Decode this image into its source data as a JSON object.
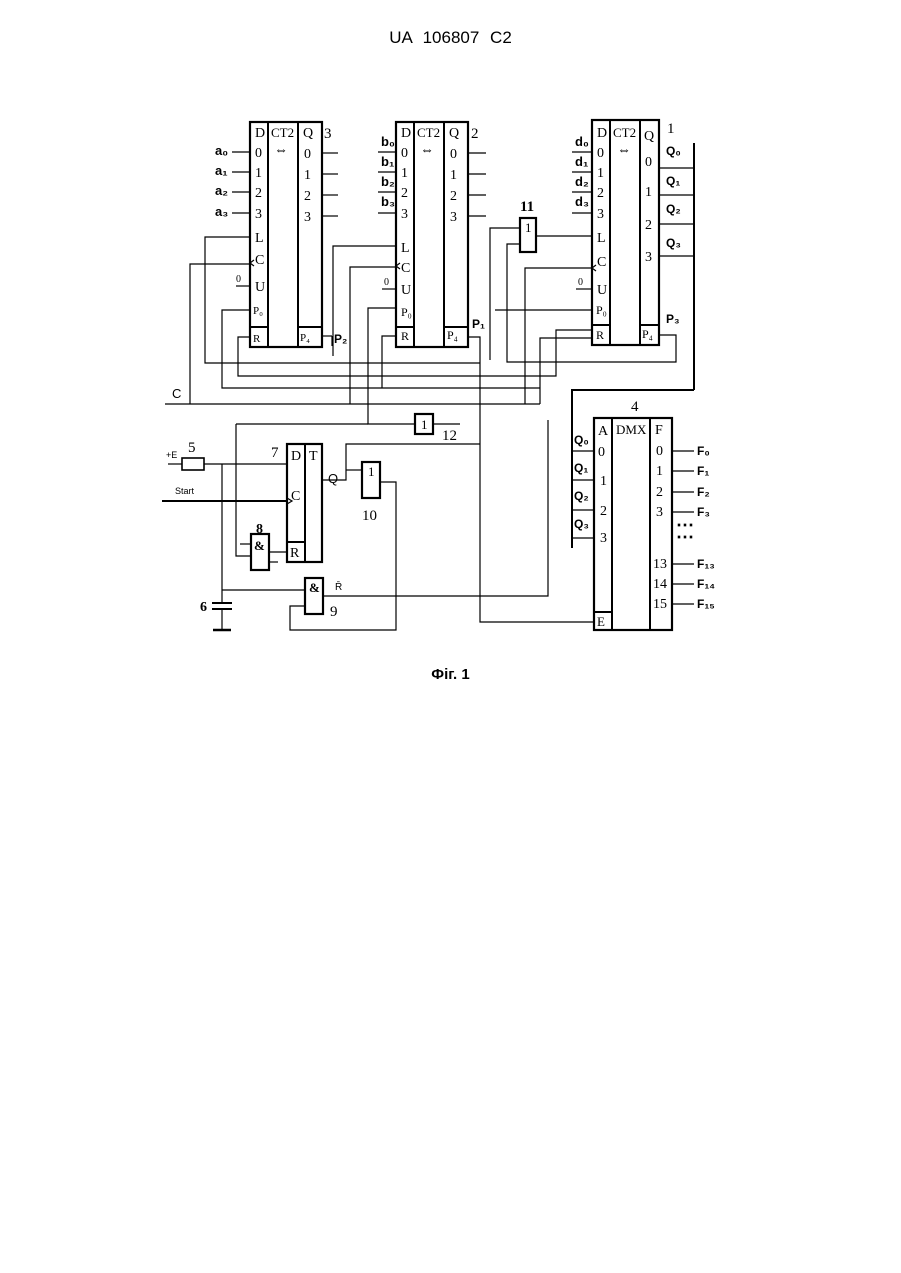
{
  "header": {
    "doc_number": "UA   106807   C2"
  },
  "caption": "Фіг. 1",
  "counters": {
    "c3": {
      "id": "3",
      "title": "CT2",
      "dir": "⇔",
      "d_col": [
        "D",
        "0",
        "1",
        "2",
        "3",
        "L",
        "C",
        "U",
        "P₀",
        "R"
      ],
      "q_col": [
        "Q",
        "0",
        "1",
        "2",
        "3",
        "P₄"
      ],
      "inputs": [
        "a₀",
        "a₁",
        "a₂",
        "a₃"
      ],
      "u_const": "0",
      "carry": "P₂"
    },
    "c2": {
      "id": "2",
      "title": "CT2",
      "dir": "⇔",
      "d_col": [
        "D",
        "0",
        "1",
        "2",
        "3",
        "L",
        "C",
        "U",
        "P₀",
        "R"
      ],
      "q_col": [
        "Q",
        "0",
        "1",
        "2",
        "3",
        "P₄"
      ],
      "inputs": [
        "b₀",
        "b₁",
        "b₂",
        "b₃"
      ],
      "u_const": "0",
      "carry": "P₁"
    },
    "c1": {
      "id": "1",
      "title": "CT2",
      "dir": "⇔",
      "d_col": [
        "D",
        "0",
        "1",
        "2",
        "3",
        "L",
        "C",
        "U",
        "P₀",
        "R"
      ],
      "q_col": [
        "Q",
        "0",
        "1",
        "2",
        "3",
        "P₄"
      ],
      "inputs": [
        "d₀",
        "d₁",
        "d₂",
        "d₃"
      ],
      "u_const": "0",
      "carry": "P₃",
      "outputs": [
        "Q₀",
        "Q₁",
        "Q₂",
        "Q₃"
      ]
    }
  },
  "demux": {
    "id": "4",
    "title": "DMX",
    "a_col": [
      "A",
      "0",
      "1",
      "2",
      "3",
      "E"
    ],
    "f_col": [
      "F",
      "0",
      "1",
      "2",
      "3",
      "13",
      "14",
      "15"
    ],
    "inputs": [
      "Q₀",
      "Q₁",
      "Q₂",
      "Q₃"
    ],
    "outputs": [
      "F₀",
      "F₁",
      "F₂",
      "F₃",
      "F₁₃",
      "F₁₄",
      "F₁₅"
    ],
    "ellipsis": "⋯"
  },
  "trigger": {
    "id": "7",
    "title": "T",
    "pins": [
      "D",
      "C",
      "R"
    ],
    "output": "Q"
  },
  "gates": {
    "g8": {
      "id": "8",
      "symbol": "&"
    },
    "g9": {
      "id": "9",
      "symbol": "&",
      "output": "R̄"
    },
    "g10": {
      "id": "10",
      "symbol": "1"
    },
    "g11": {
      "id": "11",
      "symbol": "1"
    },
    "g12": {
      "id": "12",
      "symbol": "1"
    }
  },
  "misc": {
    "resistor_id": "5",
    "supply": "+E",
    "capacitor_id": "6",
    "start": "Start",
    "clock": "C"
  },
  "colors": {
    "ink": "#000000",
    "paper": "#ffffff"
  }
}
